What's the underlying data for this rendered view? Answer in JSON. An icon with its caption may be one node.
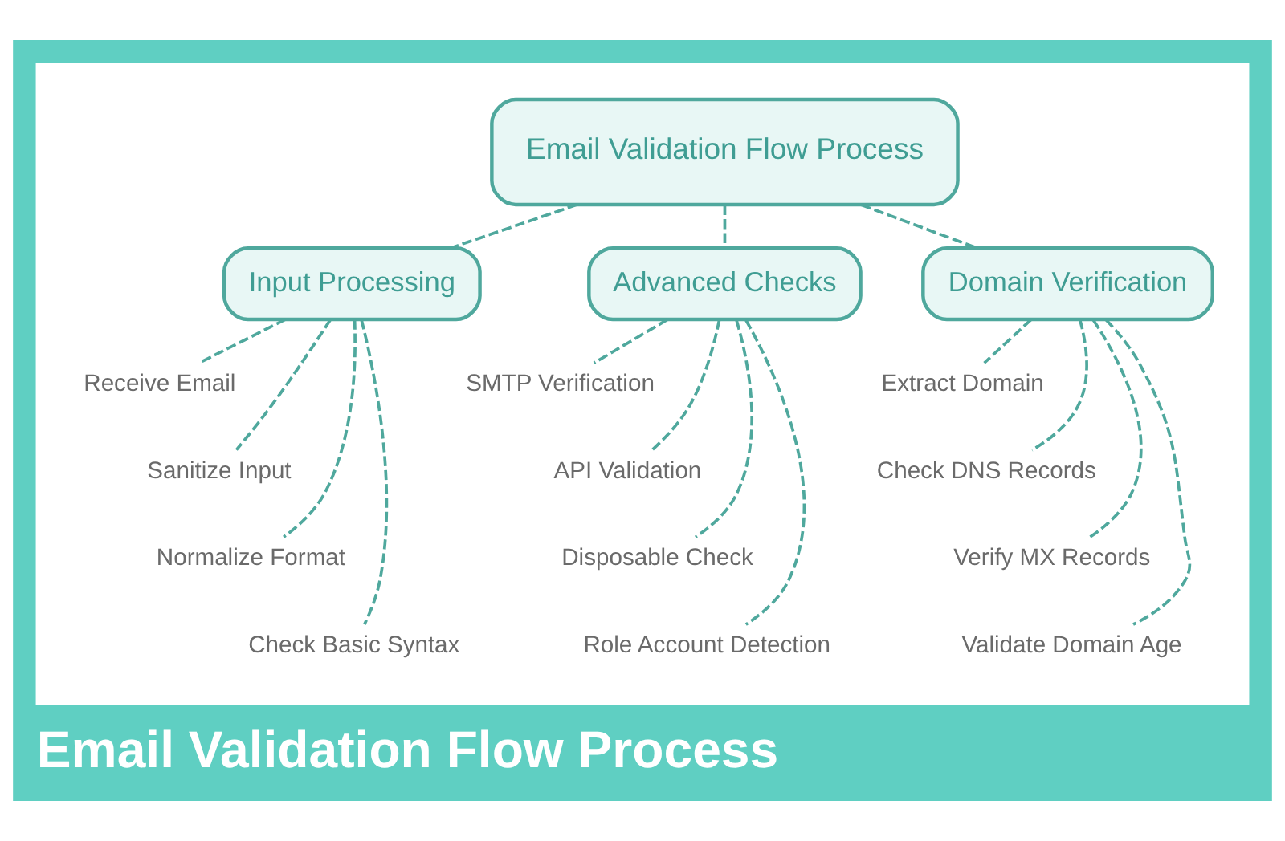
{
  "diagram": {
    "title": "Email Validation Flow Process",
    "nodes": [
      {
        "text": [],
        "shape": "box"
      },
      {
        "text": [
          "Input Processing"
        ],
        "in": 0
      },
      {
        "text": [
          "Email Validation Flow Process"
        ],
        "in": 0
      },
      {
        "text": [
          "Domain Verification"
        ],
        "in": 0
      },
      {
        "text": [
          "Receive Email"
        ],
        "in": 0
      },
      {
        "text": [
          "Sanitize Input"
        ],
        "in": 0
      },
      {
        "text": [
          "Normalize Format"
        ],
        "in": 0
      },
      {
        "text": [
          "Check Basic Syntax"
        ],
        "in": 0
      },
      {
        "text": [
          "Extract Domain"
        ],
        "in": 0
      },
      {
        "text": [
          "Check DNS Records"
        ],
        "in": 0
      },
      {
        "text": [
          "Verify MX Records"
        ],
        "in": 0
      },
      {
        "text": [
          "Validate Domain Age"
        ],
        "in": 0
      },
      {
        "text": [
          "Advanced Checks"
        ],
        "in": 0
      },
      {
        "text": [
          "SMTP Verification"
        ],
        "in": 0
      },
      {
        "text": [
          "API Validation"
        ],
        "in": 0
      },
      {
        "text": [
          "Disposable Check"
        ],
        "in": 0
      },
      {
        "text": [
          "Role Account Detection"
        ],
        "in": 0
      }
    ],
    "edges": [
      {
        "from": 2,
        "to": 1,
        "arrow": "none",
        "style": "dashed"
      },
      {
        "from": 2,
        "to": 3,
        "arrow": "none",
        "style": "dashed"
      },
      {
        "from": 2,
        "to": 12,
        "arrow": "none",
        "style": "dashed"
      },
      {
        "from": 1,
        "to": 4,
        "arrow": "none",
        "style": "dashed"
      },
      {
        "from": 1,
        "to": 5,
        "arrow": "none",
        "style": "dashed"
      },
      {
        "from": 1,
        "to": 6,
        "arrow": "none",
        "style": "dashed"
      },
      {
        "from": 1,
        "to": 7,
        "arrow": "none",
        "style": "dashed"
      },
      {
        "from": 3,
        "to": 8,
        "arrow": "none",
        "style": "dashed"
      },
      {
        "from": 3,
        "to": 9,
        "arrow": "none",
        "style": "dashed"
      },
      {
        "from": 3,
        "to": 10,
        "arrow": "none",
        "style": "dashed"
      },
      {
        "from": 3,
        "to": 11,
        "arrow": "none",
        "style": "dashed"
      },
      {
        "from": 12,
        "to": 13,
        "arrow": "none",
        "style": "dashed"
      },
      {
        "from": 12,
        "to": 14,
        "arrow": "none",
        "style": "dashed"
      },
      {
        "from": 12,
        "to": 15,
        "arrow": "none",
        "style": "dashed"
      },
      {
        "from": 12,
        "to": 16,
        "arrow": "none",
        "style": "dashed"
      }
    ]
  }
}
